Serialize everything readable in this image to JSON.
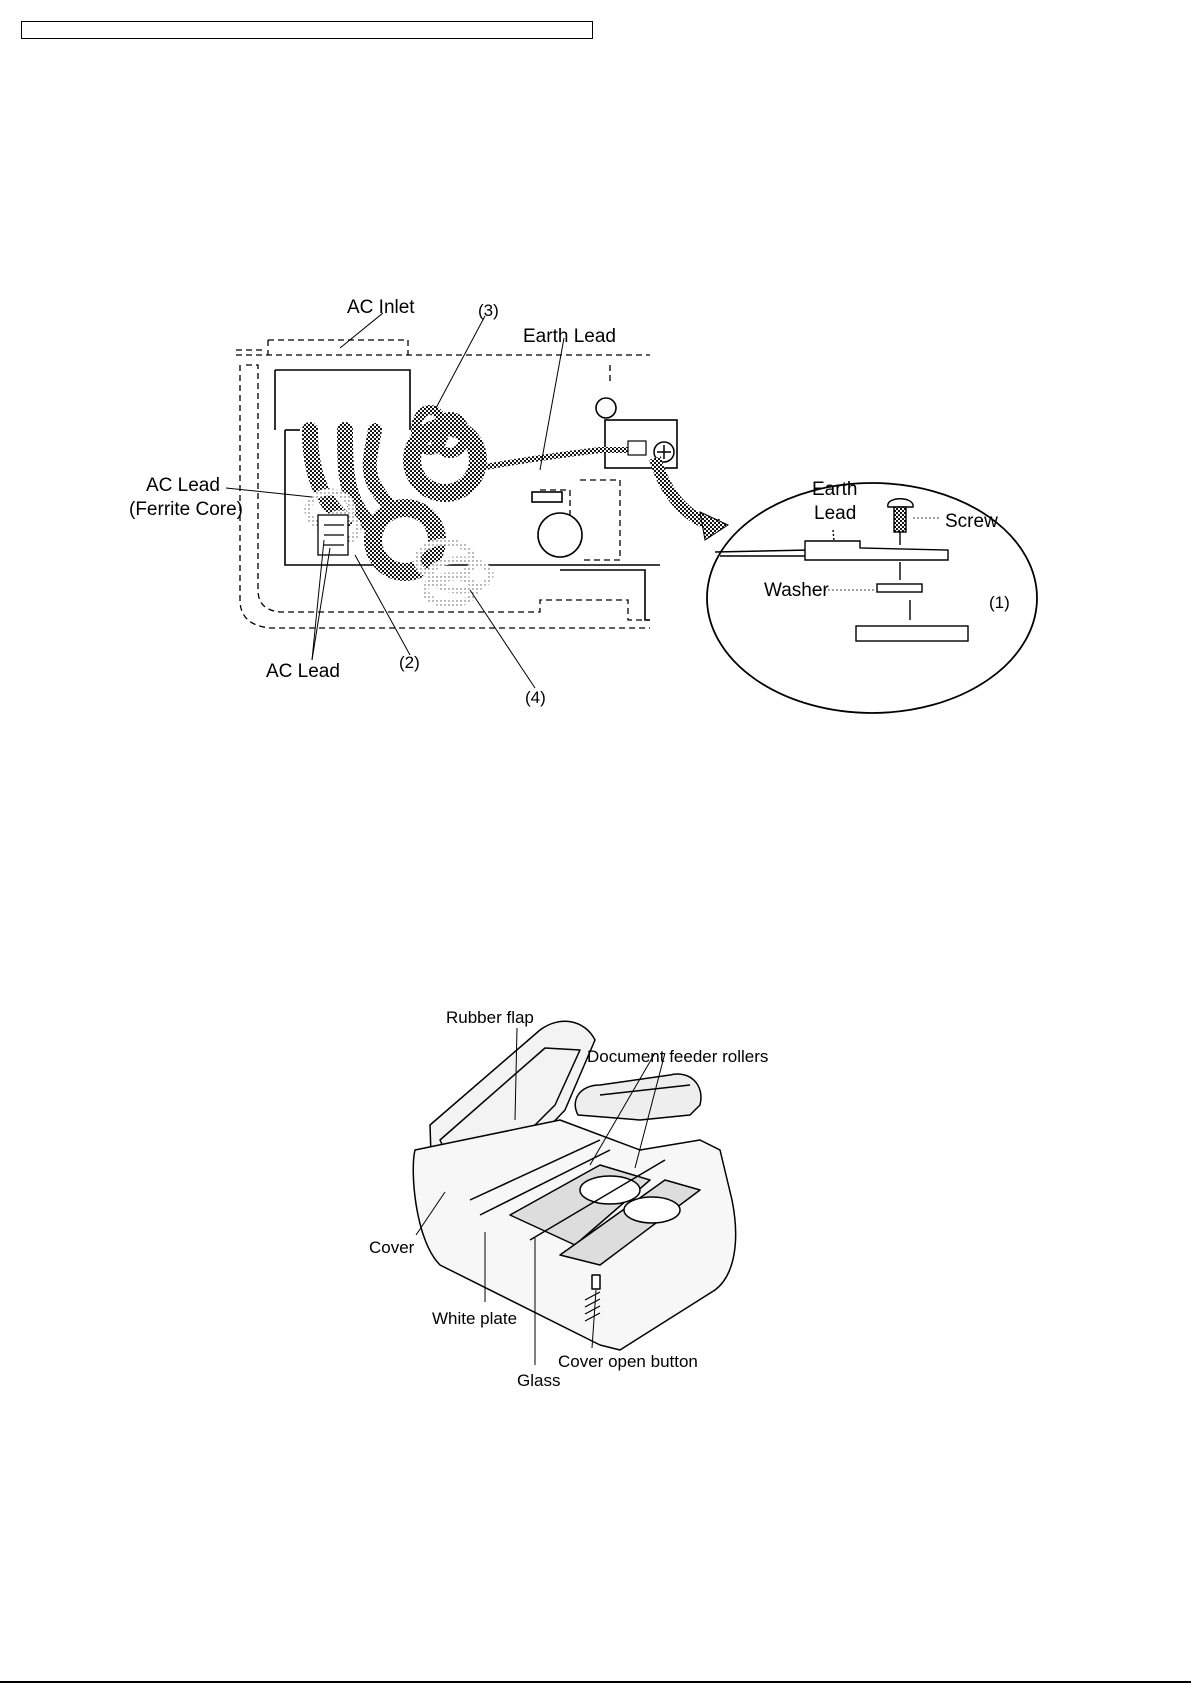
{
  "figure1": {
    "labels": {
      "ac_inlet": "AC Inlet",
      "callout_3": "(3)",
      "earth_lead_top": "Earth Lead",
      "ac_lead_ferrite_line1": "AC Lead",
      "ac_lead_ferrite_line2": "(Ferrite Core)",
      "earth_lead_detail_line1": "Earth",
      "earth_lead_detail_line2": "Lead",
      "screw": "Screw",
      "washer": "Washer",
      "callout_1": "(1)",
      "ac_lead_bottom": "AC Lead",
      "callout_2": "(2)",
      "callout_4": "(4)"
    }
  },
  "figure2": {
    "labels": {
      "rubber_flap": "Rubber flap",
      "document_feeder_rollers": "Document feeder rollers",
      "cover": "Cover",
      "white_plate": "White plate",
      "cover_open_button": "Cover open button",
      "glass": "Glass"
    }
  }
}
